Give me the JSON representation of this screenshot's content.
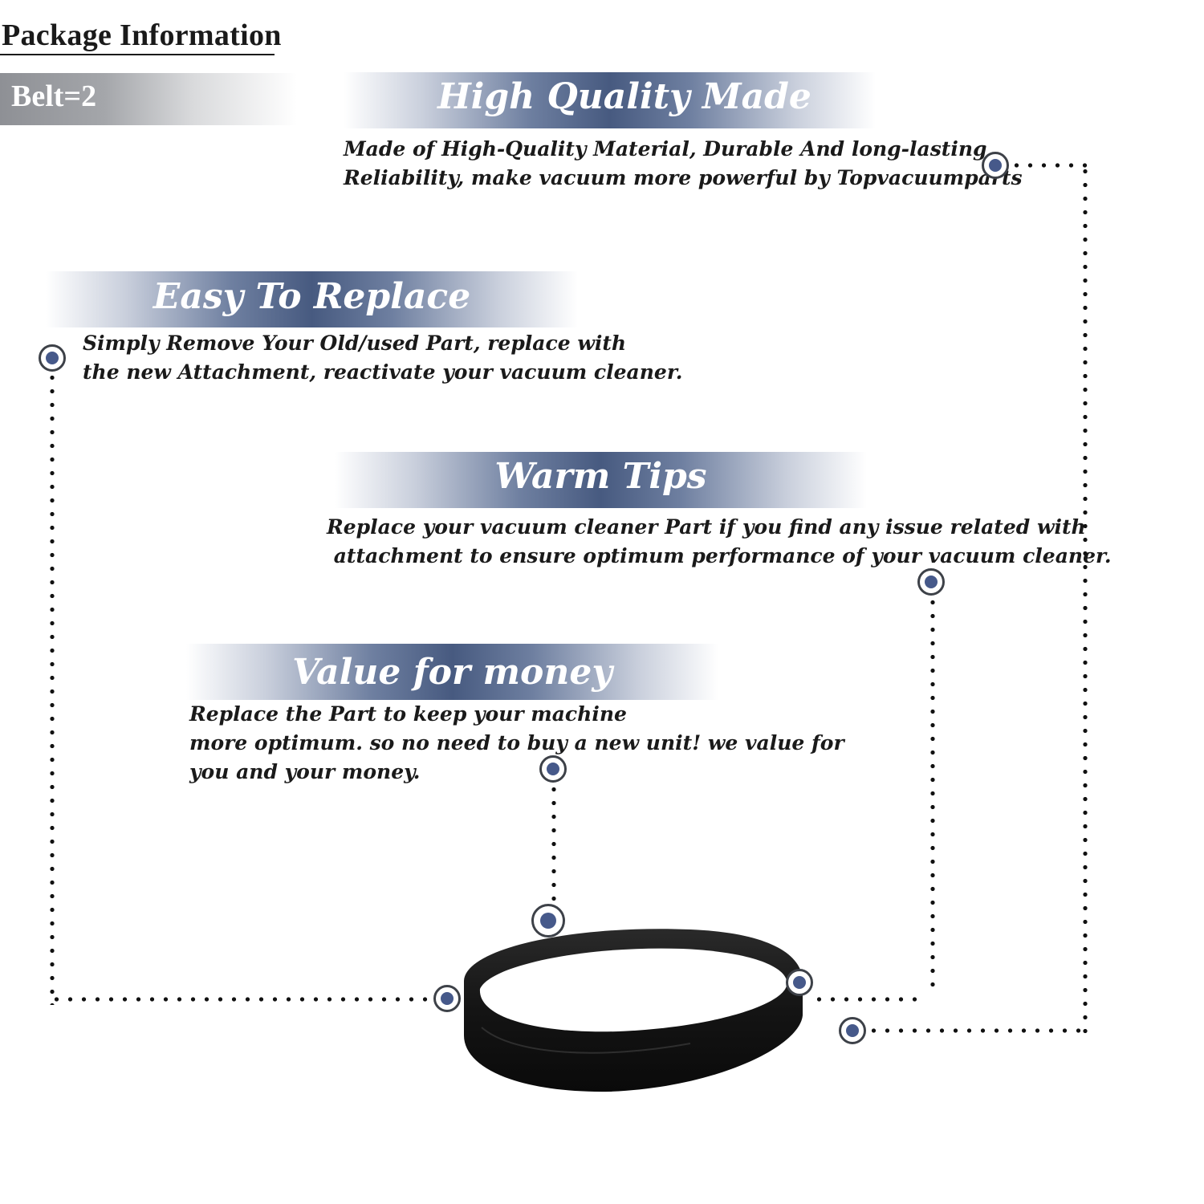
{
  "package": {
    "title": "Package Information",
    "belt_count": "Belt=2"
  },
  "sections": [
    {
      "title": "High Quality Made",
      "lines": [
        "Made of  High-Quality Material, Durable And long-lasting",
        "Reliability, make vacuum more powerful by Topvacuumparts"
      ]
    },
    {
      "title": "Easy To Replace",
      "lines": [
        "Simply Remove Your Old/used Part, replace with",
        "the new Attachment, reactivate your vacuum cleaner."
      ]
    },
    {
      "title": "Warm Tips",
      "lines": [
        "Replace your vacuum cleaner Part if you find any issue related with",
        " attachment to ensure optimum performance of your vacuum cleaner."
      ]
    },
    {
      "title": "Value for money",
      "lines": [
        "Replace the Part to keep your machine",
        "more optimum. so no need to buy a new unit! we value for",
        "you and your money."
      ]
    }
  ],
  "colors": {
    "banner_accent": "#475a80",
    "marker_fill": "#46598a",
    "belt": "#141414"
  },
  "product_image": "vacuum-belt"
}
